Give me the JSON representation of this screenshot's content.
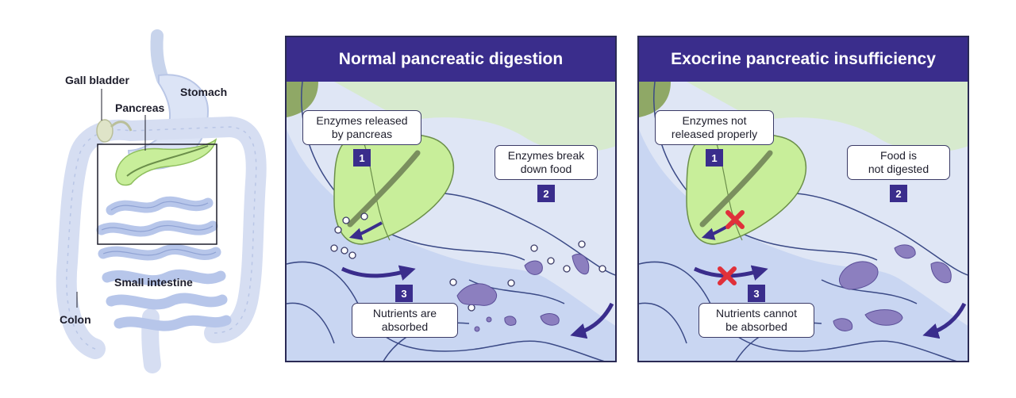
{
  "overview": {
    "labels": {
      "gall_bladder": "Gall bladder",
      "stomach": "Stomach",
      "pancreas": "Pancreas",
      "small_intestine": "Small intestine",
      "colon": "Colon"
    }
  },
  "panels": [
    {
      "title": "Normal pancreatic digestion",
      "steps": [
        {
          "number": "1",
          "text_lines": [
            "Enzymes released",
            "by pancreas"
          ]
        },
        {
          "number": "2",
          "text_lines": [
            "Enzymes break",
            "down food"
          ]
        },
        {
          "number": "3",
          "text_lines": [
            "Nutrients are",
            "absorbed"
          ]
        }
      ]
    },
    {
      "title": "Exocrine pancreatic insufficiency",
      "steps": [
        {
          "number": "1",
          "text_lines": [
            "Enzymes not",
            "released properly"
          ]
        },
        {
          "number": "2",
          "text_lines": [
            "Food is",
            "not digested"
          ]
        },
        {
          "number": "3",
          "text_lines": [
            "Nutrients cannot",
            "be absorbed"
          ]
        }
      ]
    }
  ],
  "colors": {
    "header": "#3a2d8c",
    "intestine": "#c9d6f2",
    "pancreas": "#c8ee9a",
    "food": "#8c7fbf",
    "cross": "#e0303a"
  },
  "icons": [
    "x-mark-icon",
    "flow-arrow-icon",
    "enzyme-dot-icon"
  ]
}
